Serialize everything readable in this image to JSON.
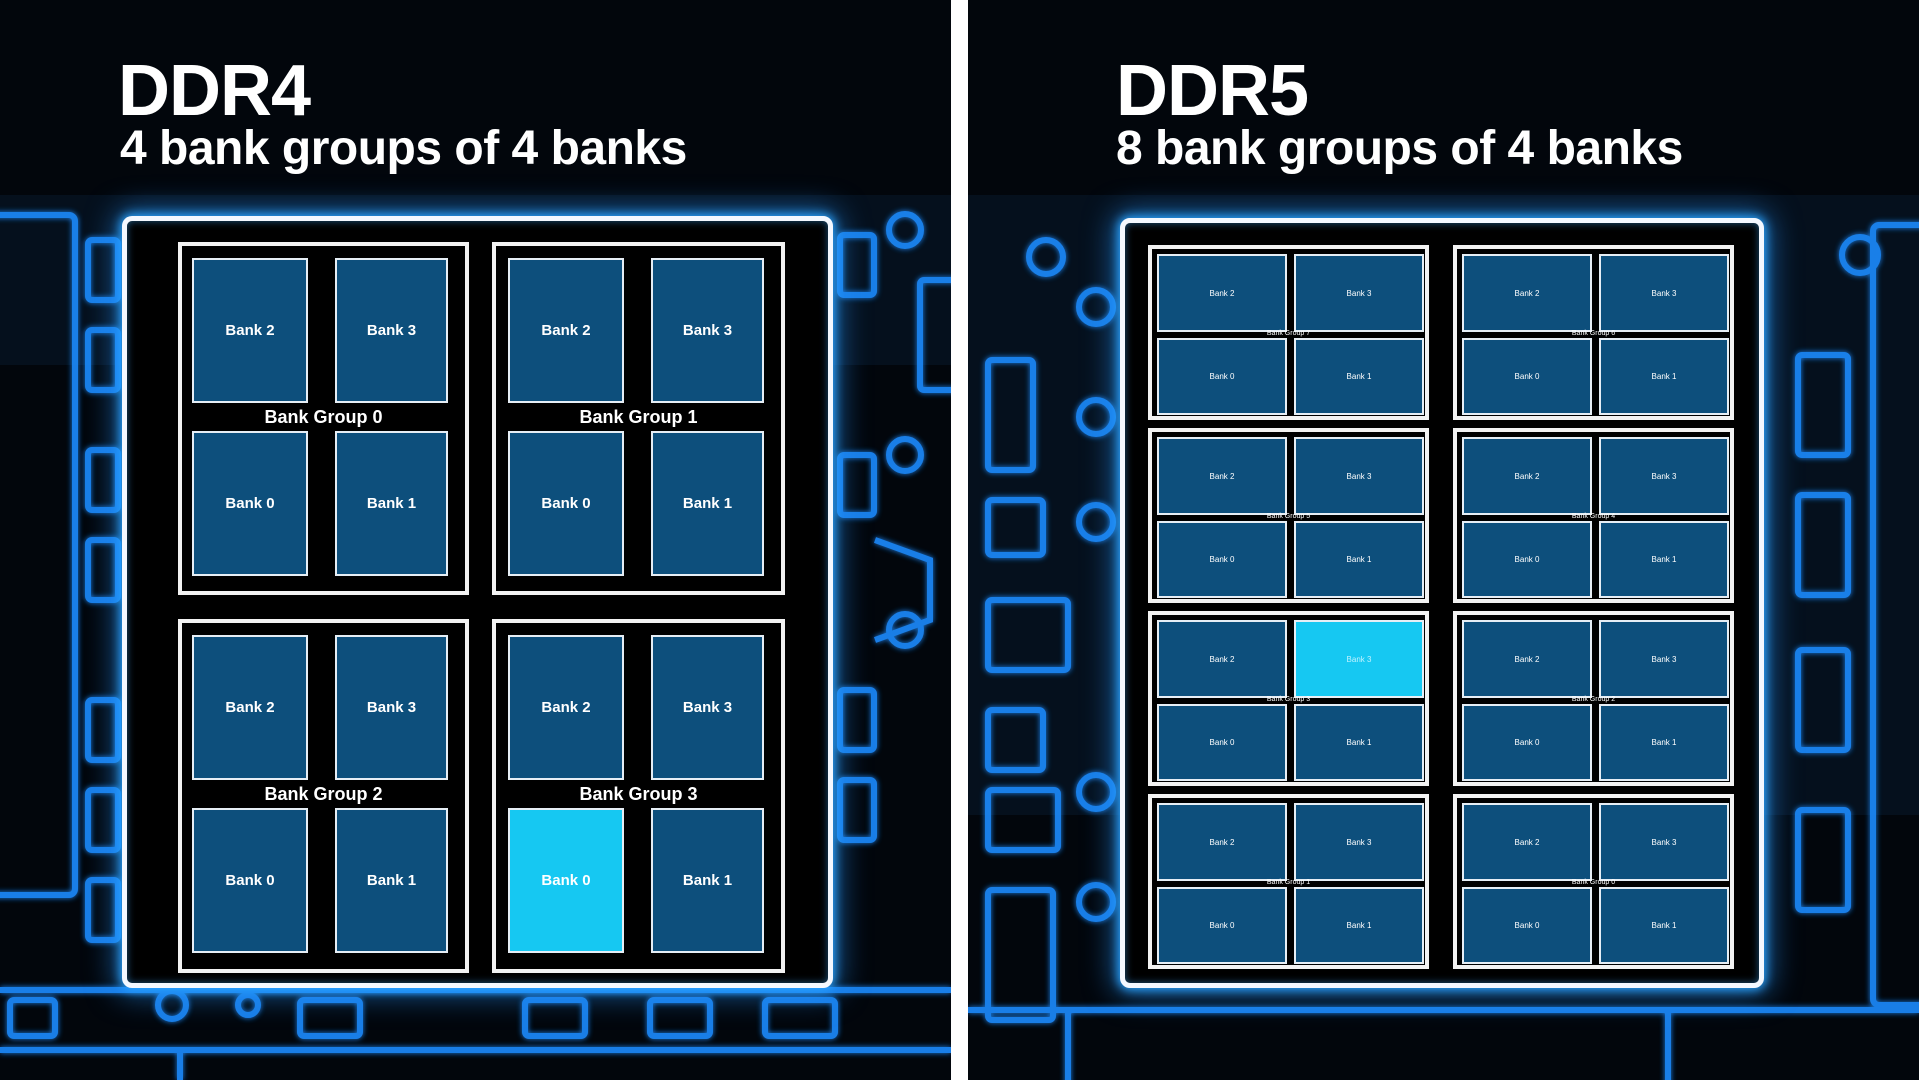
{
  "colors": {
    "bank_fill": "#0d4f7c",
    "bank_highlight": "#16c8f2",
    "circuit_glow": "#1e8cff",
    "frame": "#f4f8ff",
    "background": "#000000"
  },
  "ddr4": {
    "title": "DDR4",
    "subtitle": "4 bank groups of 4 banks",
    "groups": [
      {
        "label": "Bank Group 0",
        "banks": [
          "Bank 2",
          "Bank 3",
          "Bank 0",
          "Bank 1"
        ],
        "active_bank": null
      },
      {
        "label": "Bank Group 1",
        "banks": [
          "Bank 2",
          "Bank 3",
          "Bank 0",
          "Bank 1"
        ],
        "active_bank": null
      },
      {
        "label": "Bank Group 2",
        "banks": [
          "Bank 2",
          "Bank 3",
          "Bank 0",
          "Bank 1"
        ],
        "active_bank": null
      },
      {
        "label": "Bank Group 3",
        "banks": [
          "Bank 2",
          "Bank 3",
          "Bank 0",
          "Bank 1"
        ],
        "active_bank": "Bank 0"
      }
    ]
  },
  "ddr5": {
    "title": "DDR5",
    "subtitle": "8 bank groups of 4 banks",
    "groups": [
      {
        "label": "Bank Group 7",
        "banks": [
          "Bank 2",
          "Bank 3",
          "Bank 0",
          "Bank 1"
        ],
        "active_bank": null
      },
      {
        "label": "Bank Group 6",
        "banks": [
          "Bank 2",
          "Bank 3",
          "Bank 0",
          "Bank 1"
        ],
        "active_bank": null
      },
      {
        "label": "Bank Group 5",
        "banks": [
          "Bank 2",
          "Bank 3",
          "Bank 0",
          "Bank 1"
        ],
        "active_bank": null
      },
      {
        "label": "Bank Group 4",
        "banks": [
          "Bank 2",
          "Bank 3",
          "Bank 0",
          "Bank 1"
        ],
        "active_bank": null
      },
      {
        "label": "Bank Group 3",
        "banks": [
          "Bank 2",
          "Bank 3",
          "Bank 0",
          "Bank 1"
        ],
        "active_bank": "Bank 3"
      },
      {
        "label": "Bank Group 2",
        "banks": [
          "Bank 2",
          "Bank 3",
          "Bank 0",
          "Bank 1"
        ],
        "active_bank": null
      },
      {
        "label": "Bank Group 1",
        "banks": [
          "Bank 2",
          "Bank 3",
          "Bank 0",
          "Bank 1"
        ],
        "active_bank": null
      },
      {
        "label": "Bank Group 0",
        "banks": [
          "Bank 2",
          "Bank 3",
          "Bank 0",
          "Bank 1"
        ],
        "active_bank": null
      }
    ]
  }
}
